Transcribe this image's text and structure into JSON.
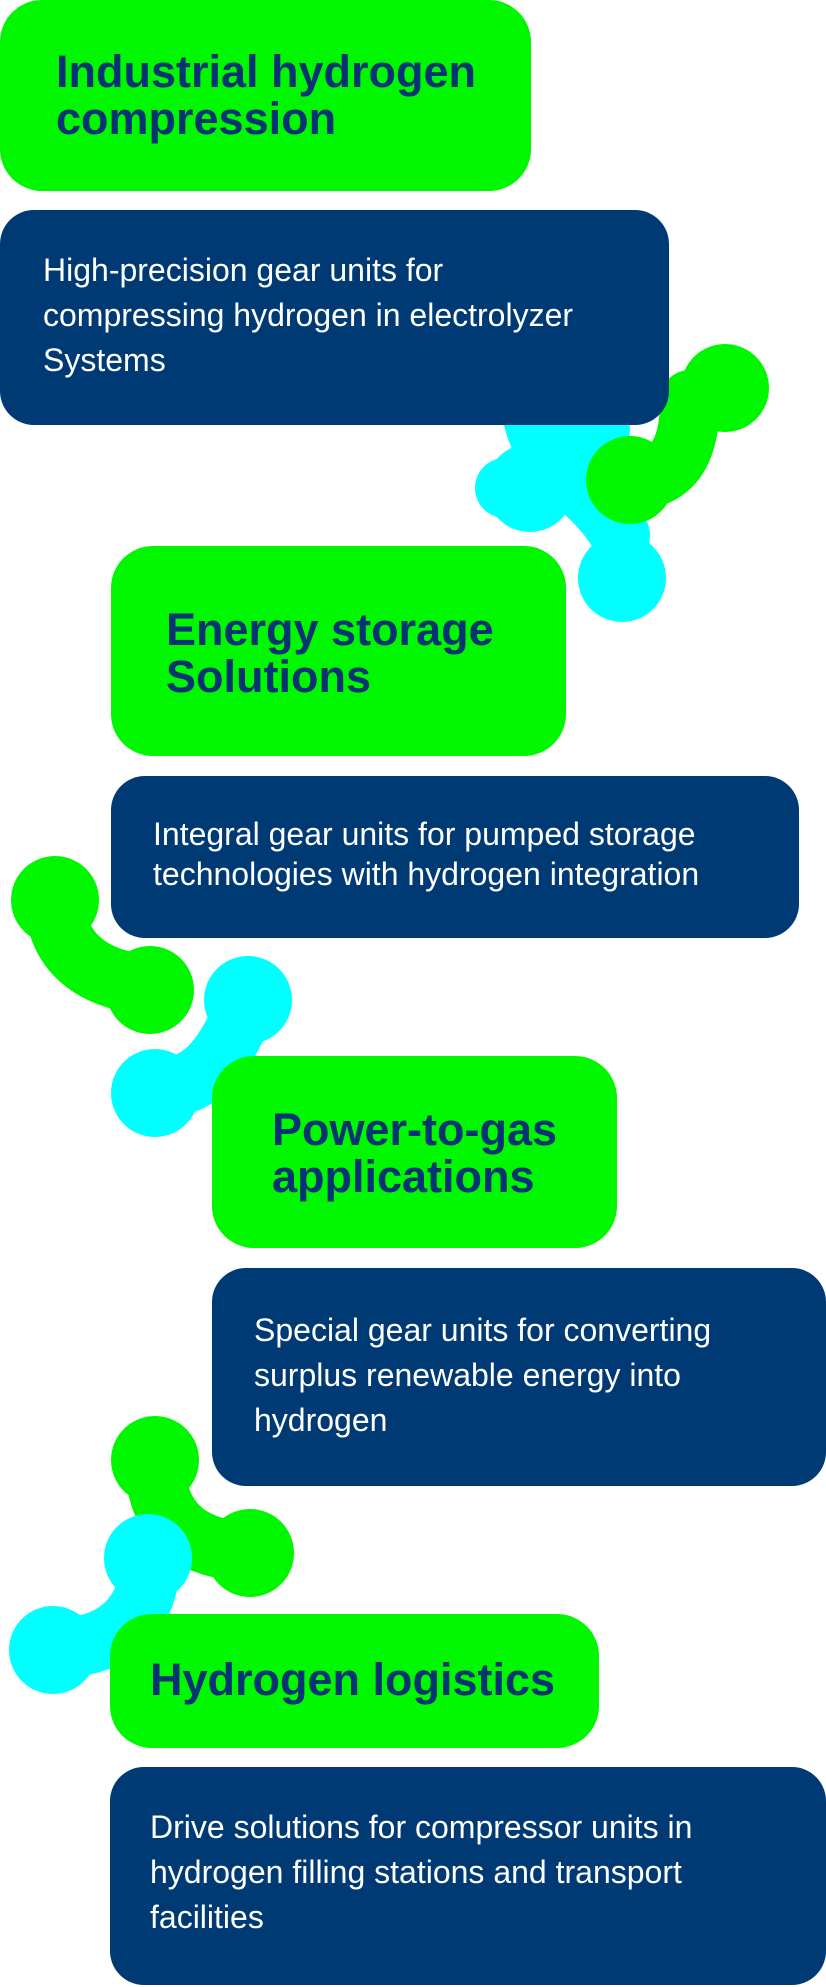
{
  "colors": {
    "title_box": "#00f700",
    "title_text": "#053373",
    "desc_box": "#003a75",
    "desc_text": "#ffffff",
    "cyan_node": "#00ffff",
    "green_node": "#00f700"
  },
  "sections": [
    {
      "title": "Industrial hydrogen\ncompression",
      "description": "High-precision gear units for\ncompressing hydrogen in electrolyzer\nSystems"
    },
    {
      "title": "Energy storage\nSolutions",
      "description": "Integral gear units for pumped storage\ntechnologies with hydrogen integration"
    },
    {
      "title": "Power-to-gas\napplications",
      "description": "Special gear units for converting\nsurplus renewable energy into\nhydrogen"
    },
    {
      "title": "Hydrogen logistics",
      "description": "Drive solutions for compressor units in\nhydrogen filling stations and transport\nfacilities"
    }
  ]
}
